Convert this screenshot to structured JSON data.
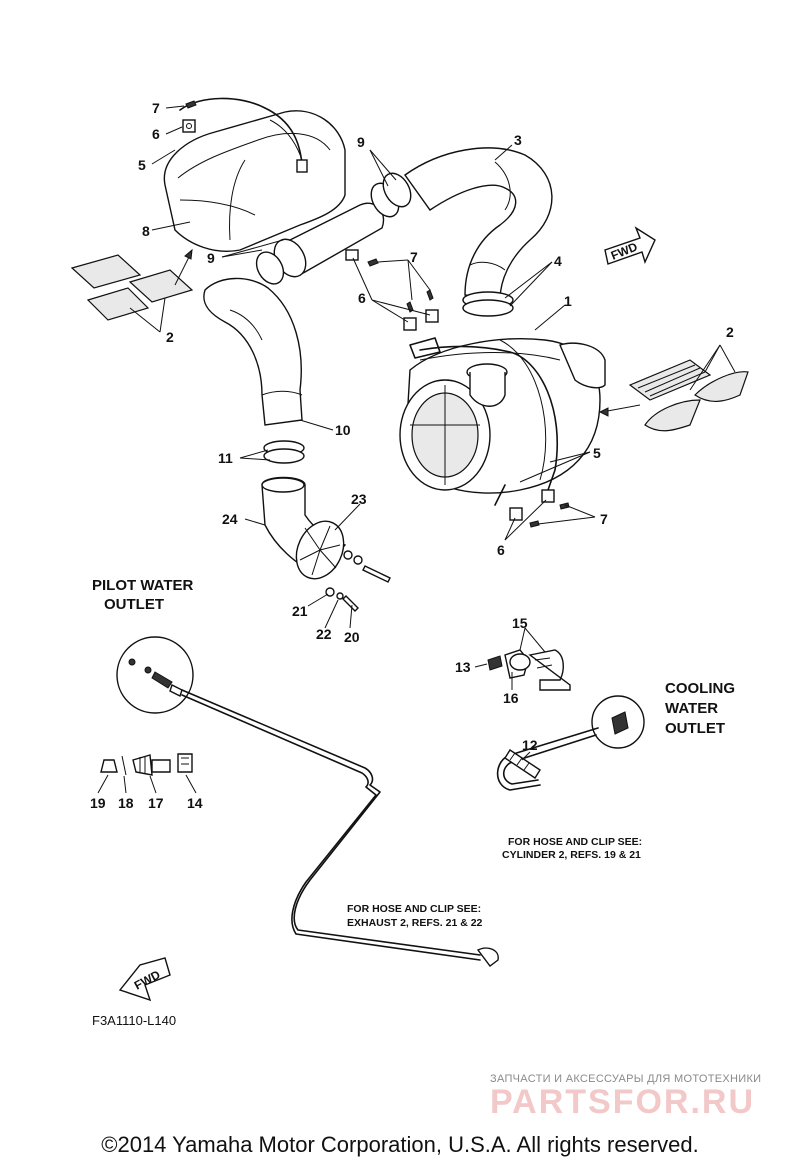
{
  "labels": {
    "r1": "1",
    "r2a": "2",
    "r2b": "2",
    "r3": "3",
    "r4": "4",
    "r5a": "5",
    "r5b": "5",
    "r6a": "6",
    "r6b": "6",
    "r6c": "6",
    "r7a": "7",
    "r7b": "7",
    "r7c": "7",
    "r8": "8",
    "r9a": "9",
    "r9b": "9",
    "r10": "10",
    "r11": "11",
    "r12": "12",
    "r13": "13",
    "r14": "14",
    "r15": "15",
    "r16": "16",
    "r17": "17",
    "r18": "18",
    "r19": "19",
    "r20": "20",
    "r21": "21",
    "r22": "22",
    "r23": "23",
    "r24": "24"
  },
  "captions": {
    "pilot_line1": "PILOT WATER",
    "pilot_line2": "OUTLET",
    "cooling_line1": "COOLING",
    "cooling_line2": "WATER",
    "cooling_line3": "OUTLET"
  },
  "notes": {
    "cyl_line1": "FOR HOSE AND CLIP SEE:",
    "cyl_line2": "CYLINDER 2, REFS. 19 & 21",
    "exh_line1": "FOR HOSE AND CLIP SEE:",
    "exh_line2": "EXHAUST 2, REFS. 21 & 22"
  },
  "fwd_label": "FWD",
  "figure_code": "F3A1110-L140",
  "copyright": "©2014 Yamaha Motor Corporation, U.S.A. All rights reserved.",
  "watermark": {
    "small": "ЗАПЧАСТИ И АКСЕССУАРЫ ДЛЯ МОТОТЕХНИКИ",
    "big": "PARTSFOR.RU"
  }
}
